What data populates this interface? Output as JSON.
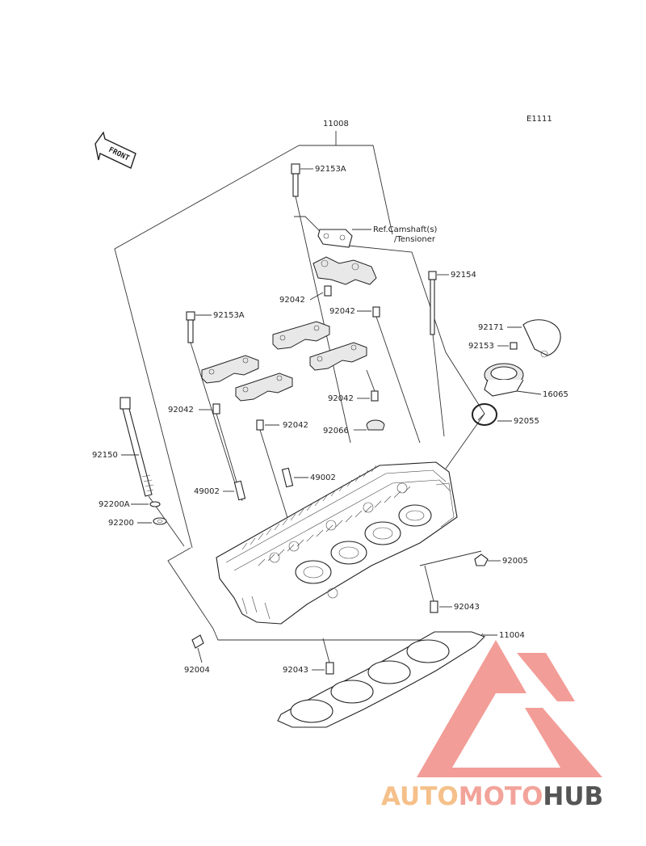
{
  "diagram": {
    "page_code": "E1111",
    "front_arrow": "FRONT",
    "labels": {
      "assy": "11008",
      "bolt_top": "92153A",
      "ref": "Ref.Camshaft(s)",
      "ref2": "/Tensioner",
      "bolt_right": "92154",
      "dowel_a": "92042",
      "dowel_b": "92042",
      "bolt_left": "92153A",
      "plate": "92171",
      "bolt_small": "92153",
      "holder": "16065",
      "dowel_c": "92042",
      "dowel_d": "92042",
      "dowel_e": "92042",
      "oring": "92055",
      "plug": "92066",
      "stud": "92150",
      "guide_a": "49002",
      "guide_b": "49002",
      "washer_a": "92200A",
      "washer_b": "92200",
      "plug_right": "92005",
      "dowel_f": "92043",
      "gasket": "11004",
      "stud_b": "92004",
      "dowel_g": "92043"
    }
  },
  "watermark": {
    "part1": "AUTO",
    "part2": "MOTO",
    "part3": "HUB",
    "color1": "#f5c08a",
    "color2": "#f2a39a",
    "color3": "#555555",
    "logo_color": "#f08c85"
  }
}
